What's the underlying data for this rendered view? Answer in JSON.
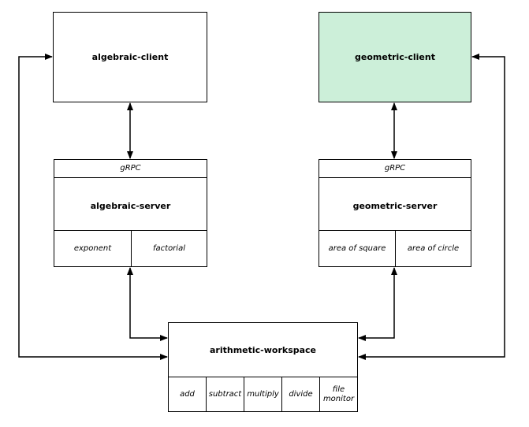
{
  "nodes": {
    "algebraic_client": {
      "title": "algebraic-client"
    },
    "geometric_client": {
      "title": "geometric-client",
      "fill": "#ccefd9"
    },
    "algebraic_server": {
      "protocol": "gRPC",
      "title": "algebraic-server",
      "functions": [
        "exponent",
        "factorial"
      ]
    },
    "geometric_server": {
      "protocol": "gRPC",
      "title": "geometric-server",
      "functions": [
        "area of square",
        "area of circle"
      ]
    },
    "arithmetic_workspace": {
      "title": "arithmetic-workspace",
      "functions": [
        "add",
        "subtract",
        "multiply",
        "divide",
        "file monitor"
      ]
    }
  },
  "edges": [
    {
      "from": "algebraic-client",
      "to": "algebraic-server",
      "style": "bidirectional"
    },
    {
      "from": "geometric-client",
      "to": "geometric-server",
      "style": "bidirectional"
    },
    {
      "from": "algebraic-server",
      "to": "arithmetic-workspace",
      "style": "bidirectional"
    },
    {
      "from": "geometric-server",
      "to": "arithmetic-workspace",
      "style": "bidirectional"
    },
    {
      "from": "arithmetic-workspace",
      "to": "algebraic-client",
      "style": "bidirectional"
    },
    {
      "from": "arithmetic-workspace",
      "to": "geometric-client",
      "style": "bidirectional"
    }
  ]
}
